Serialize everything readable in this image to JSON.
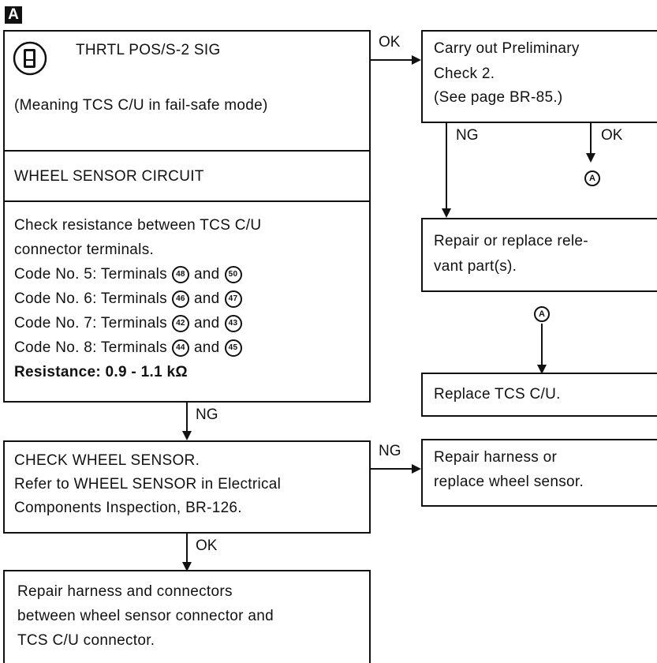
{
  "corner_label": "A",
  "box1": {
    "title": "THRTL POS/S-2 SIG",
    "note": "(Meaning TCS C/U in fail-safe mode)"
  },
  "box2": {
    "text": "WHEEL SENSOR CIRCUIT"
  },
  "box3": {
    "lines": [
      "Check resistance between TCS C/U",
      "connector terminals."
    ],
    "codes": [
      {
        "code": "Code No. 5: Terminals",
        "t1": "48",
        "and": "and",
        "t2": "50"
      },
      {
        "code": "Code No. 6: Terminals",
        "t1": "46",
        "and": "and",
        "t2": "47"
      },
      {
        "code": "Code No. 7: Terminals",
        "t1": "42",
        "and": "and",
        "t2": "43"
      },
      {
        "code": "Code No. 8: Terminals",
        "t1": "44",
        "and": "and",
        "t2": "45"
      }
    ],
    "resistance": "Resistance: 0.9 - 1.1 kΩ"
  },
  "box4": {
    "lines": [
      "CHECK WHEEL SENSOR.",
      "Refer to WHEEL SENSOR in Electrical",
      "Components Inspection, BR-126."
    ]
  },
  "box5": {
    "lines": [
      "Repair harness and connectors",
      "between wheel sensor connector and",
      "TCS C/U connector."
    ]
  },
  "r1": {
    "lines": [
      "Carry out Preliminary",
      "Check 2.",
      "(See page BR-85.)"
    ]
  },
  "r2": {
    "lines": [
      "Repair or replace rele-",
      "vant part(s)."
    ]
  },
  "r3": {
    "text": "Replace TCS C/U."
  },
  "r4": {
    "lines": [
      "Repair harness or",
      "replace wheel sensor."
    ]
  },
  "arrows": {
    "ok_top": "OK",
    "ng_r1": "NG",
    "ok_r1": "OK",
    "ng_box3": "NG",
    "ng_box4": "NG",
    "ok_box4": "OK",
    "connector": "A"
  },
  "icons": {
    "consult": "consult-device-icon"
  }
}
